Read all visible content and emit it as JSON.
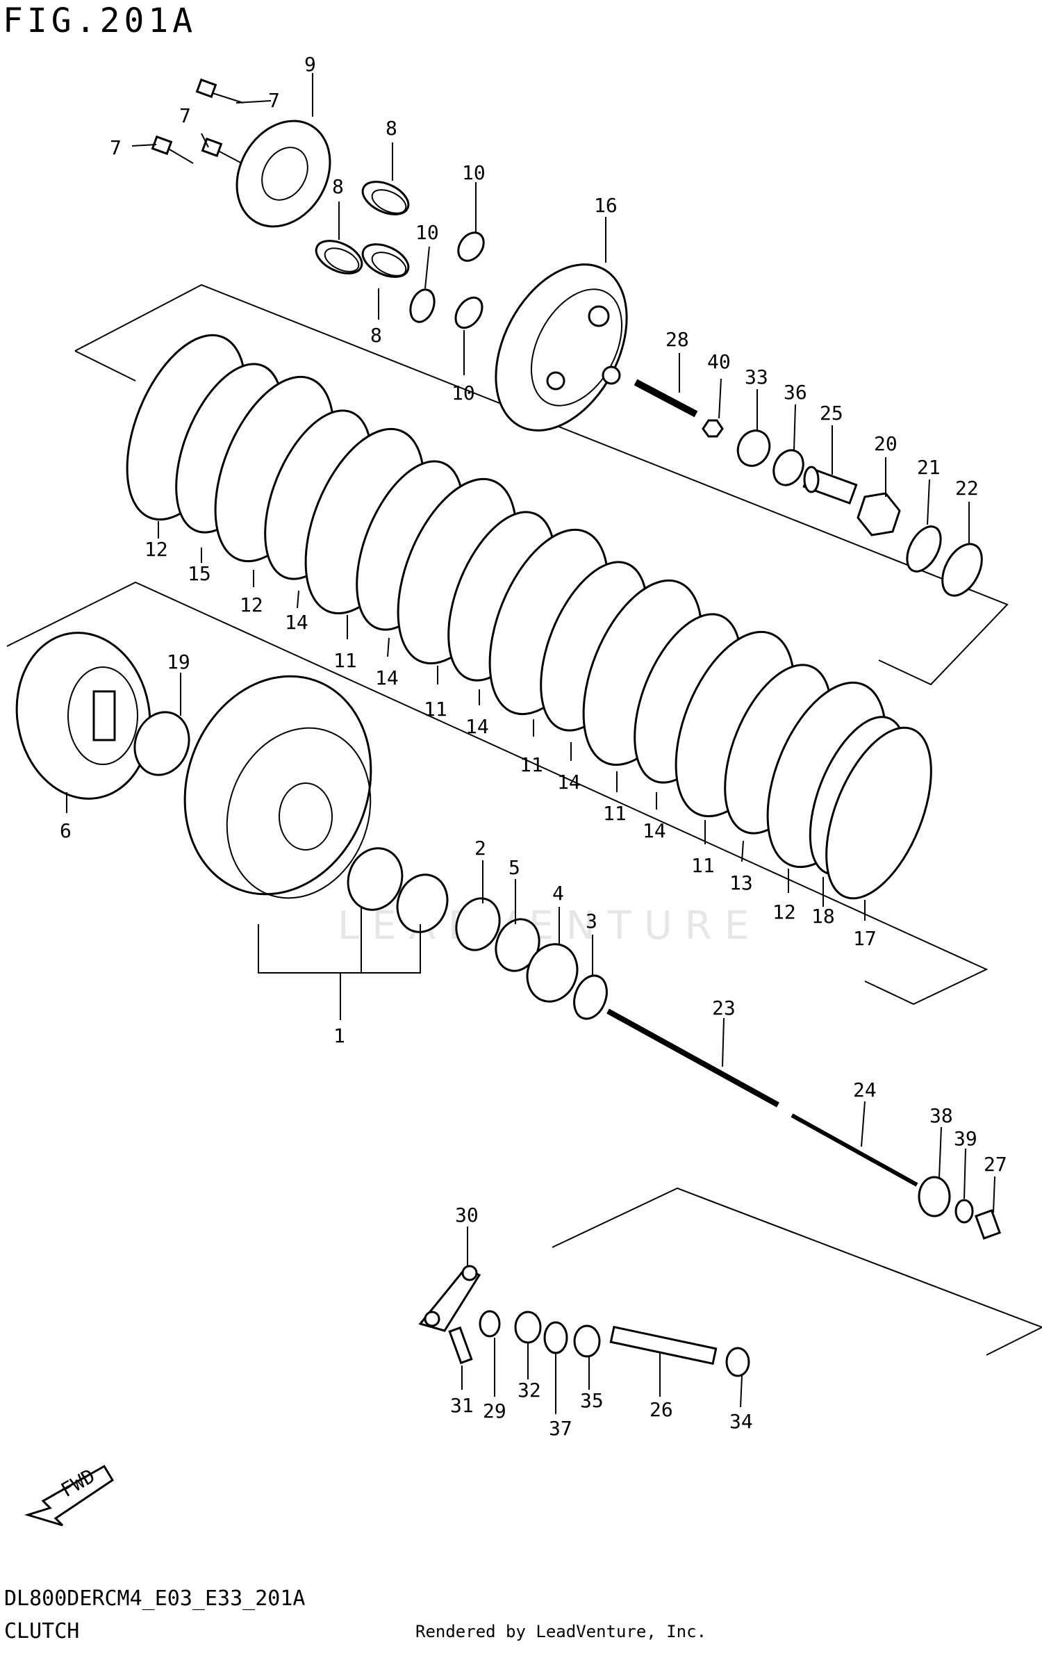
{
  "figure_title": "FIG.201A",
  "model_code": "DL800DERCM4_E03_E33_201A",
  "section_name": "CLUTCH",
  "credit": "Rendered by LeadVenture, Inc.",
  "watermark_text": "LEADVENTURE",
  "fwd_label": "FWD",
  "callouts": {
    "c1": "1",
    "c2": "2",
    "c3": "3",
    "c4": "4",
    "c5": "5",
    "c6": "6",
    "c7a": "7",
    "c7b": "7",
    "c7c": "7",
    "c8a": "8",
    "c8b": "8",
    "c8c": "8",
    "c9": "9",
    "c10a": "10",
    "c10b": "10",
    "c10c": "10",
    "c11a": "11",
    "c11b": "11",
    "c11c": "11",
    "c11d": "11",
    "c11e": "11",
    "c12a": "12",
    "c12b": "12",
    "c12c": "12",
    "c13": "13",
    "c14a": "14",
    "c14b": "14",
    "c14c": "14",
    "c14d": "14",
    "c14e": "14",
    "c15": "15",
    "c16": "16",
    "c17": "17",
    "c18": "18",
    "c19": "19",
    "c20": "20",
    "c21": "21",
    "c22": "22",
    "c23": "23",
    "c24": "24",
    "c25": "25",
    "c26": "26",
    "c27": "27",
    "c28": "28",
    "c29": "29",
    "c30": "30",
    "c31": "31",
    "c32": "32",
    "c33": "33",
    "c34": "34",
    "c35": "35",
    "c36": "36",
    "c37": "37",
    "c38": "38",
    "c39": "39",
    "c40": "40"
  }
}
